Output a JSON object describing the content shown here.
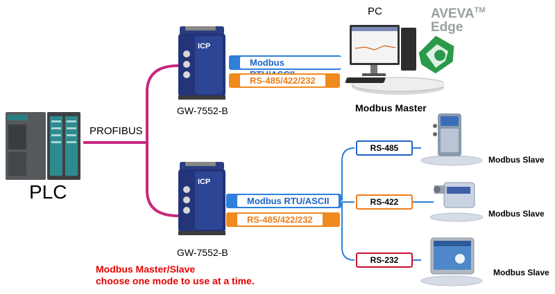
{
  "plc": {
    "label": "PLC"
  },
  "bus": {
    "label": "PROFIBUS"
  },
  "gateways": [
    {
      "label": "GW-7552-B",
      "protocol": "Modbus RTU/ASCII",
      "interface": "RS-485/422/232"
    },
    {
      "label": "GW-7552-B",
      "protocol": "Modbus RTU/ASCII",
      "interface": "RS-485/422/232"
    }
  ],
  "pc": {
    "label": "PC",
    "role": "Modbus Master",
    "software": "AVEVA",
    "software_tm": "TM",
    "software_line2": "Edge"
  },
  "slaves": [
    {
      "port": "RS-485",
      "role": "Modbus Slave",
      "color": "#1a64c8"
    },
    {
      "port": "RS-422",
      "role": "Modbus Slave",
      "color": "#ee7d19"
    },
    {
      "port": "RS-232",
      "role": "Modbus Slave",
      "color": "#c8102e"
    }
  ],
  "note": {
    "line1": "Modbus Master/Slave",
    "line2": "choose one mode to use at a time."
  },
  "colors": {
    "profibus": "#c8287f",
    "blue": "#2e7fd9",
    "orange": "#f08a1e",
    "red": "#d01010",
    "slave_link": "#2e7fd9"
  }
}
